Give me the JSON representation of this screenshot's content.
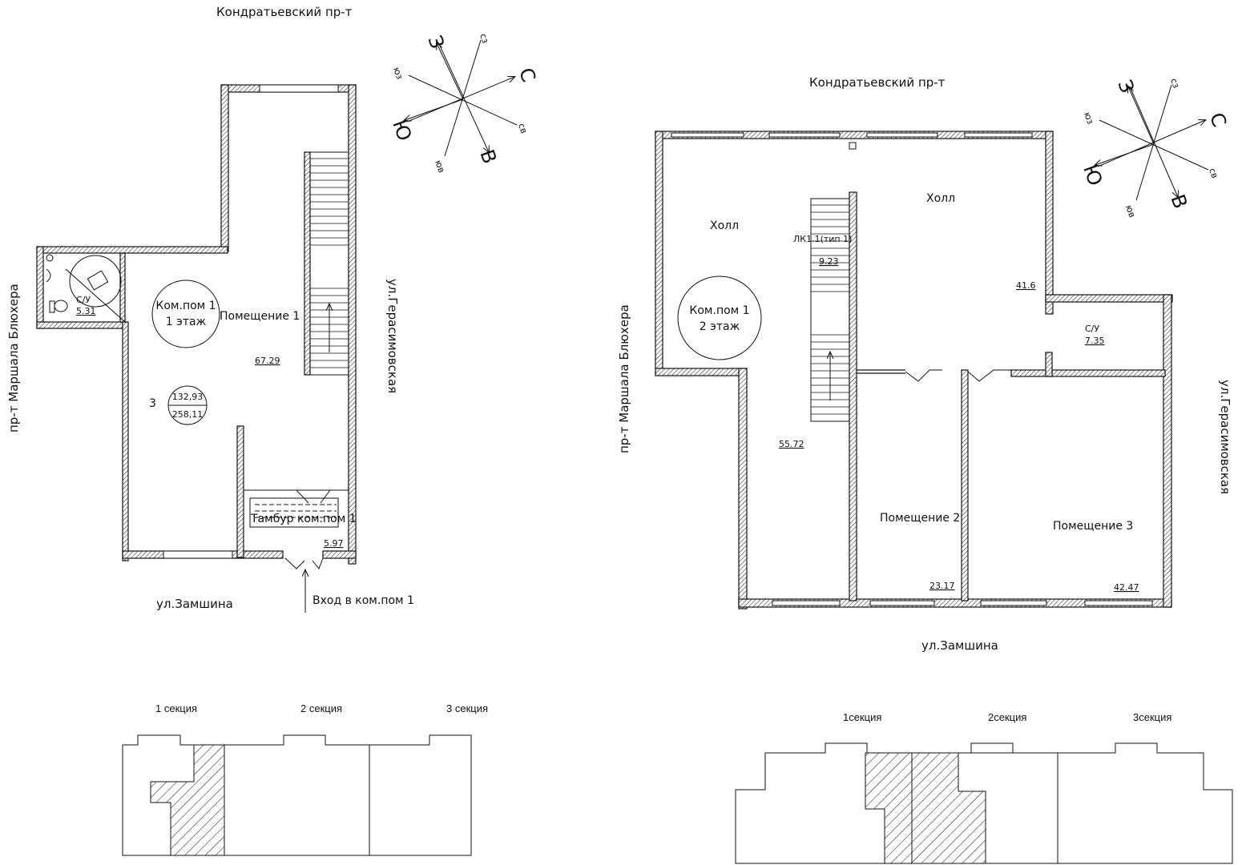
{
  "streets": {
    "left_top": "Кондратьевский пр-т",
    "left_left": "пр-т Маршала Блюхера",
    "left_right": "ул.Герасимовская",
    "left_bottom": "ул.Замшина",
    "right_top": "Кондратьевский пр-т",
    "right_left": "пр-т Маршала Блюхера",
    "right_right": "ул.Герасимовская",
    "right_bottom": "ул.Замшина"
  },
  "compass": {
    "north": "С",
    "south": "Ю",
    "east": "В",
    "west": "З",
    "northwest": "сз",
    "northeast": "св",
    "southwest": "юз",
    "southeast": "юв"
  },
  "floor1": {
    "badge_line1": "Ком.пом 1",
    "badge_line2": "1 этаж",
    "room_main": "Помещение 1",
    "room_main_area": "67.29",
    "wc_label": "С/У",
    "wc_area": "5.31",
    "vestibule": "Тамбур ком.пом 1",
    "vestibule_area": "5.97",
    "entrance": "Вход в ком.пом 1",
    "total_index": "3",
    "total_top": "132,93",
    "total_bottom": "258,11"
  },
  "floor2": {
    "badge_line1": "Ком.пом 1",
    "badge_line2": "2 этаж",
    "hall_left": "Холл",
    "hall_right": "Холл",
    "stair": "ЛК1.1(тип 1)",
    "stair_area": "9.23",
    "hall_right_area": "41.6",
    "hall_left_area": "55.72",
    "wc_label": "С/У",
    "wc_area": "7.35",
    "room2": "Помещение 2",
    "room2_area": "23.17",
    "room3": "Помещение 3",
    "room3_area": "42.47"
  },
  "sections_left": [
    "1 секция",
    "2 секция",
    "3 секция"
  ],
  "sections_right": [
    "1секция",
    "2секция",
    "3секция"
  ]
}
